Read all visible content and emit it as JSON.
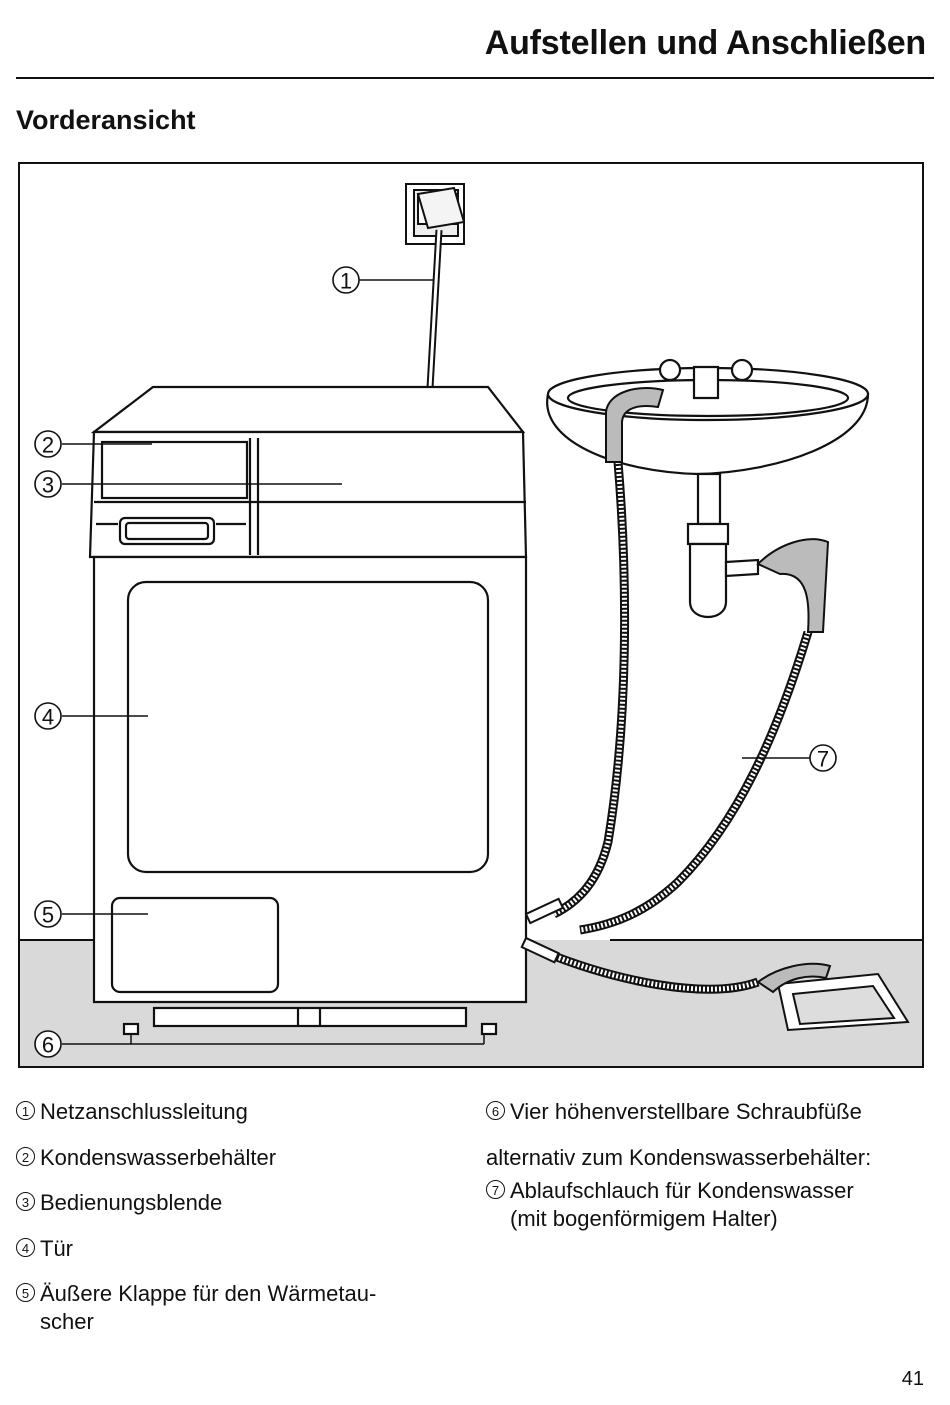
{
  "header": {
    "title": "Aufstellen und Anschließen"
  },
  "section": {
    "title": "Vorderansicht"
  },
  "figure": {
    "callouts": [
      "1",
      "2",
      "3",
      "4",
      "5",
      "6",
      "7"
    ]
  },
  "legend_left": [
    {
      "num": "1",
      "text": "Netzanschlussleitung"
    },
    {
      "num": "2",
      "text": "Kondenswasserbehälter"
    },
    {
      "num": "3",
      "text": "Bedienungsblende"
    },
    {
      "num": "4",
      "text": "Tür"
    },
    {
      "num": "5",
      "text": "Äußere Klappe für den Wärmetau-\nscher"
    }
  ],
  "legend_right": {
    "item6": {
      "num": "6",
      "text": "Vier höhenverstellbare Schraubfüße"
    },
    "note": "alternativ zum Kondenswasserbehälter:",
    "item7": {
      "num": "7",
      "text": "Ablaufschlauch für Kondenswasser",
      "text2": "(mit bogenförmigem Halter)"
    }
  },
  "page_number": "41"
}
